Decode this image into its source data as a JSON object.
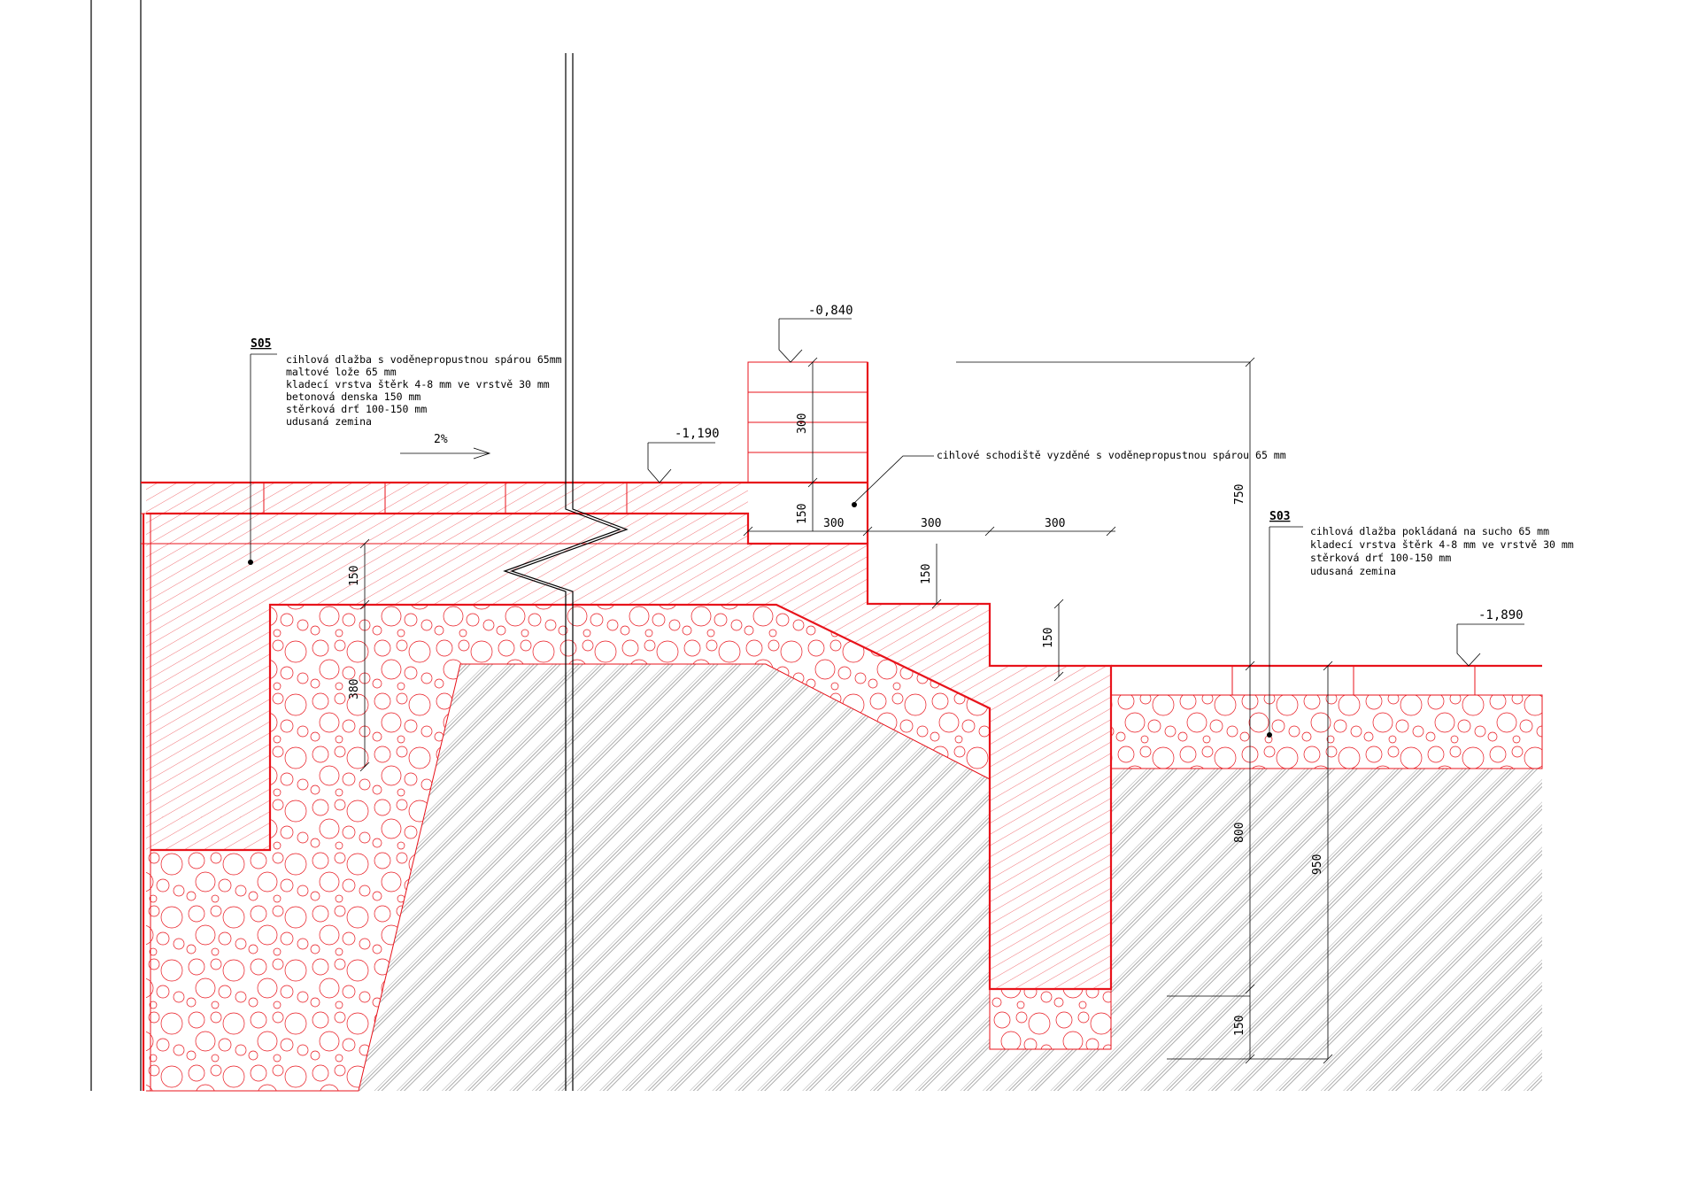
{
  "drawing": {
    "tags": {
      "left_section": "S05",
      "right_section": "S03"
    },
    "elevations": {
      "top_step": "-0,840",
      "upper_paving": "-1,190",
      "lower_paving": "-1,890"
    },
    "slope": "2%",
    "left_layers": [
      "cihlová dlažba s voděnepropustnou spárou 65mm",
      "maltové lože 65 mm",
      "kladecí vrstva štěrk 4-8 mm ve vrstvě 30 mm",
      "betonová denska 150 mm",
      "stěrková drť 100-150 mm",
      "udusaná zemina"
    ],
    "right_layers": [
      "cihlová dlažba pokládaná na sucho 65 mm",
      "kladecí vrstva štěrk 4-8 mm ve vrstvě 30 mm",
      "stěrková drť 100-150 mm",
      "udusaná zemina"
    ],
    "stair_note": "cihlové schodiště vyzděné s voděnepropustnou spárou 65 mm",
    "dimensions": {
      "step_height_top": "300",
      "step_riser_1": "150",
      "tread_1": "300",
      "tread_2": "300",
      "tread_3": "300",
      "step_riser_2": "150",
      "step_riser_3": "150",
      "slab_thickness": "150",
      "wall_depth": "380",
      "total_height": "750",
      "foundation_depth": "800",
      "total_depth": "950",
      "footing_height": "150"
    }
  }
}
